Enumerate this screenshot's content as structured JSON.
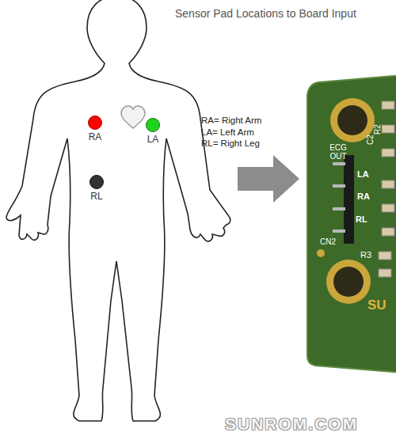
{
  "diagram": {
    "title": "Sensor Pad Locations to Board Input",
    "nodes": [
      {
        "text": [
          "RA"
        ]
      },
      {
        "text": [
          "LA"
        ]
      },
      {
        "text": [
          "RL"
        ]
      }
    ],
    "labels": [
      "RA= Right Arm",
      "LA= Left Arm",
      "RL= Right Leg",
      "ECG OUT",
      "LA",
      "RA",
      "RL",
      "CN2",
      "R3",
      "C2",
      "R2",
      "SU",
      "SUNROM.COM"
    ]
  }
}
